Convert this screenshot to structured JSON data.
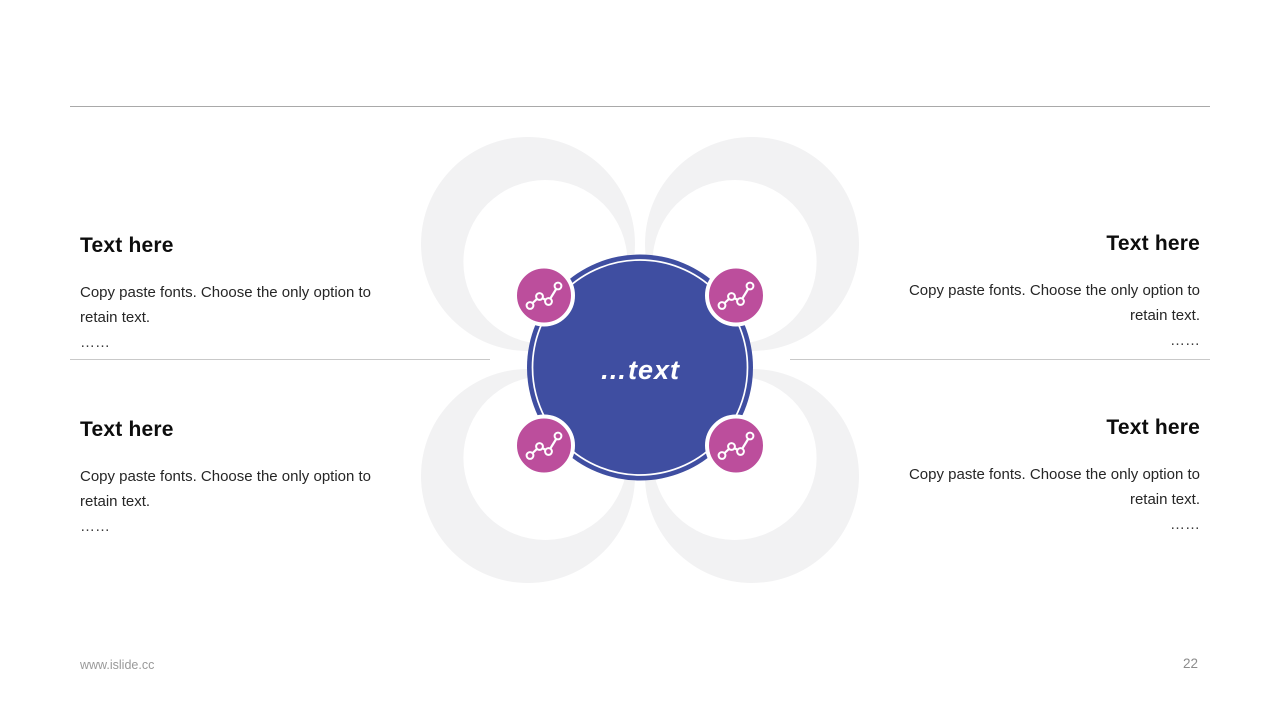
{
  "diagram": {
    "center_label": "…text",
    "icon": "trend-line-icon",
    "colors": {
      "center_blue": "#3F4EA1",
      "node_pink": "#BC4E9C",
      "petal_gray": "#F2F2F3",
      "ring_white": "#FFFFFF"
    }
  },
  "text_blocks": [
    {
      "id": "top-left",
      "title": "Text here",
      "body": "Copy paste fonts. Choose the only option to retain text.",
      "more": "……"
    },
    {
      "id": "top-right",
      "title": "Text here",
      "body": "Copy paste fonts. Choose the only option to retain text.",
      "more": "……"
    },
    {
      "id": "bottom-left",
      "title": "Text here",
      "body": "Copy paste fonts. Choose the only option to retain text.",
      "more": "……"
    },
    {
      "id": "bottom-right",
      "title": "Text here",
      "body": "Copy paste fonts. Choose the only option to retain text.",
      "more": "……"
    }
  ],
  "footer": {
    "website": "www.islide.cc",
    "page_number": "22"
  }
}
